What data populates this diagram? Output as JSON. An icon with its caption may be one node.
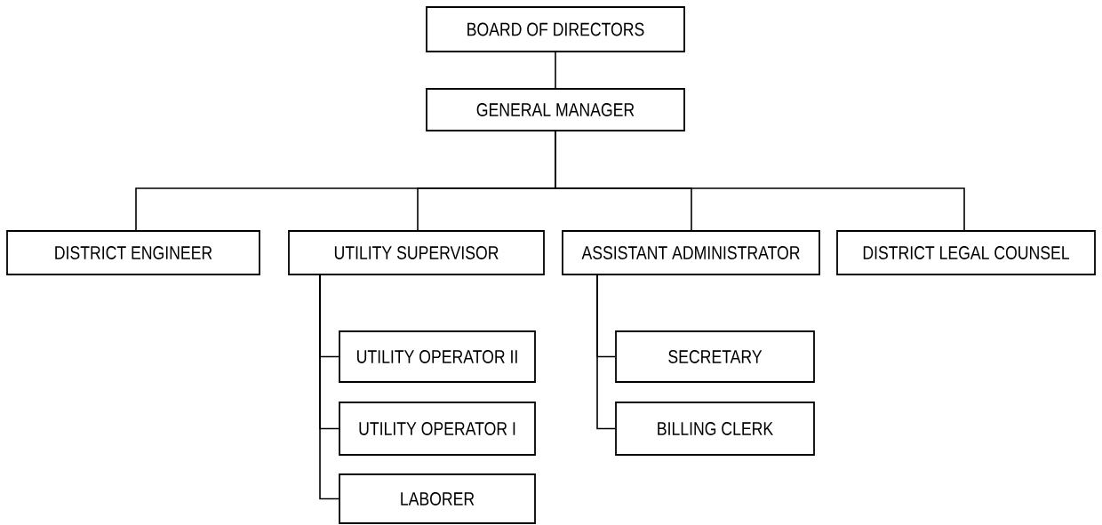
{
  "diagram": {
    "nodes": [
      {
        "text": [
          "BOARD OF DIRECTORS"
        ]
      },
      {
        "text": [
          "GENERAL MANAGER"
        ]
      },
      {
        "text": [
          "DISTRICT ENGINEER"
        ]
      },
      {
        "text": [
          "UTILITY SUPERVISOR"
        ]
      },
      {
        "text": [
          "ASSISTANT ADMINISTRATOR"
        ]
      },
      {
        "text": [
          "DISTRICT LEGAL COUNSEL"
        ]
      },
      {
        "text": [
          "UTILITY OPERATOR II"
        ]
      },
      {
        "text": [
          "SECRETARY"
        ]
      },
      {
        "text": [
          "UTILITY OPERATOR I"
        ]
      },
      {
        "text": [
          "BILLING CLERK"
        ]
      },
      {
        "text": [
          "LABORER"
        ]
      }
    ],
    "edges": [
      {
        "from": 0,
        "to": 1,
        "arrow": "none"
      },
      {
        "from": 1,
        "to": 2,
        "arrow": "none"
      },
      {
        "from": 1,
        "to": 3,
        "arrow": "none"
      },
      {
        "from": 1,
        "to": 4,
        "arrow": "none"
      },
      {
        "from": 1,
        "to": 5,
        "arrow": "none"
      },
      {
        "from": 3,
        "to": 6,
        "arrow": "none"
      },
      {
        "from": 3,
        "to": 8,
        "arrow": "none"
      },
      {
        "from": 3,
        "to": 10,
        "arrow": "none"
      },
      {
        "from": 4,
        "to": 7,
        "arrow": "none"
      },
      {
        "from": 4,
        "to": 9,
        "arrow": "none"
      }
    ]
  }
}
